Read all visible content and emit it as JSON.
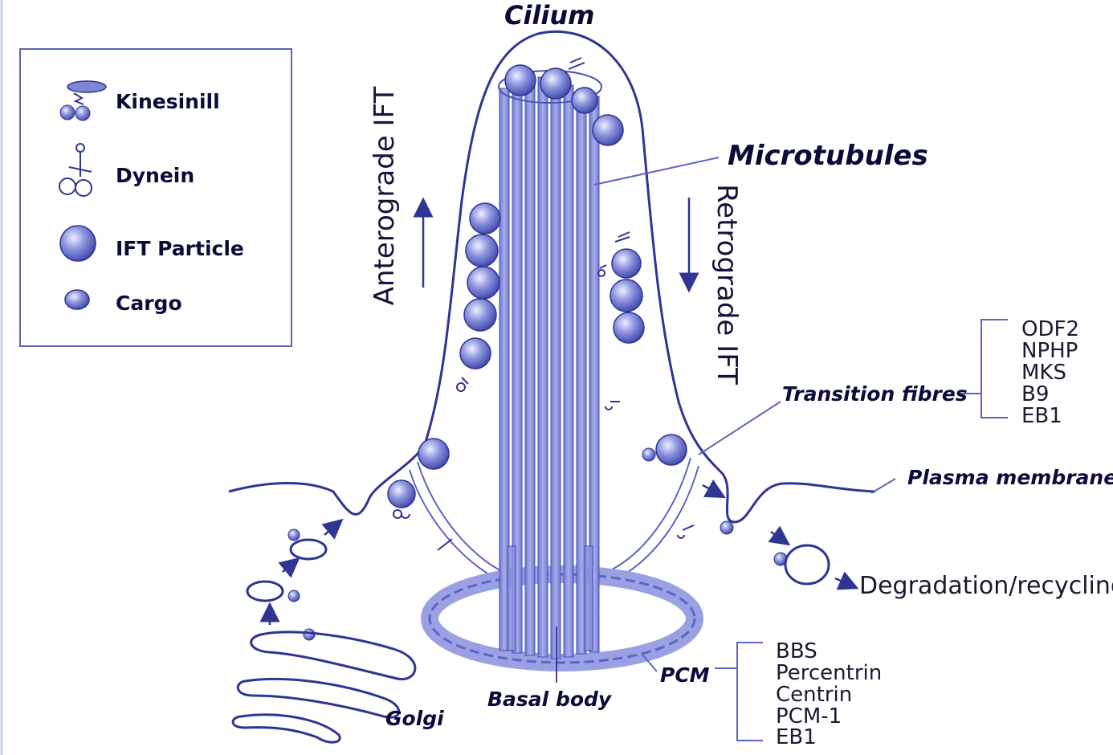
{
  "colors": {
    "structure": "#5c64c4",
    "stroke": "#2e3592",
    "light": "#a9b0e8",
    "text": "#0b0b3a"
  },
  "labels": {
    "cilium": "Cilium",
    "microtubules": "Microtubules",
    "anterograde": "Anterograde IFT",
    "retrograde": "Retrograde IFT",
    "transition_fibres": "Transition fibres",
    "plasma_membrane": "Plasma membrane",
    "degradation": "Degradation/recycling",
    "pcm": "PCM",
    "basal_body": "Basal body",
    "golgi": "Golgi"
  },
  "legend": {
    "items": [
      {
        "label": "Kinesinill",
        "icon": "kinesin-icon"
      },
      {
        "label": "Dynein",
        "icon": "dynein-icon"
      },
      {
        "label": "IFT Particle",
        "icon": "ift-particle-icon"
      },
      {
        "label": "Cargo",
        "icon": "cargo-icon"
      }
    ]
  },
  "transition_fibre_proteins": [
    "ODF2",
    "NPHP",
    "MKS",
    "B9",
    "EB1"
  ],
  "pcm_proteins": [
    "BBS",
    "Percentrin",
    "Centrin",
    "PCM-1",
    "EB1"
  ]
}
